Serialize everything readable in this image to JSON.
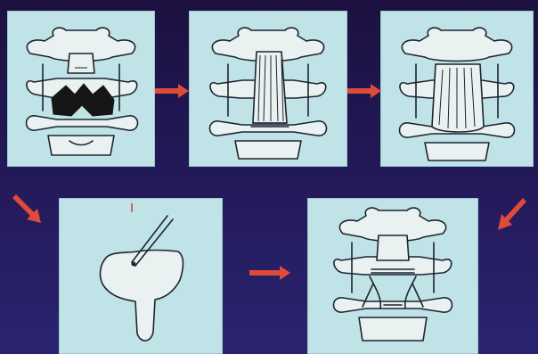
{
  "figure": {
    "panels": [
      {
        "name": "panel-1",
        "icon": "spine-with-defect-icon"
      },
      {
        "name": "panel-2",
        "icon": "spine-with-graft-icon"
      },
      {
        "name": "panel-3",
        "icon": "spine-with-plate-icon"
      },
      {
        "name": "panel-4",
        "icon": "bone-graft-with-forceps-icon"
      },
      {
        "name": "panel-5",
        "icon": "spine-with-screws-icon"
      }
    ],
    "colors": {
      "background": "#241a5c",
      "panel": "#bfe3e6",
      "arrow": "#e04a3a",
      "ink": "#1d2430"
    }
  }
}
